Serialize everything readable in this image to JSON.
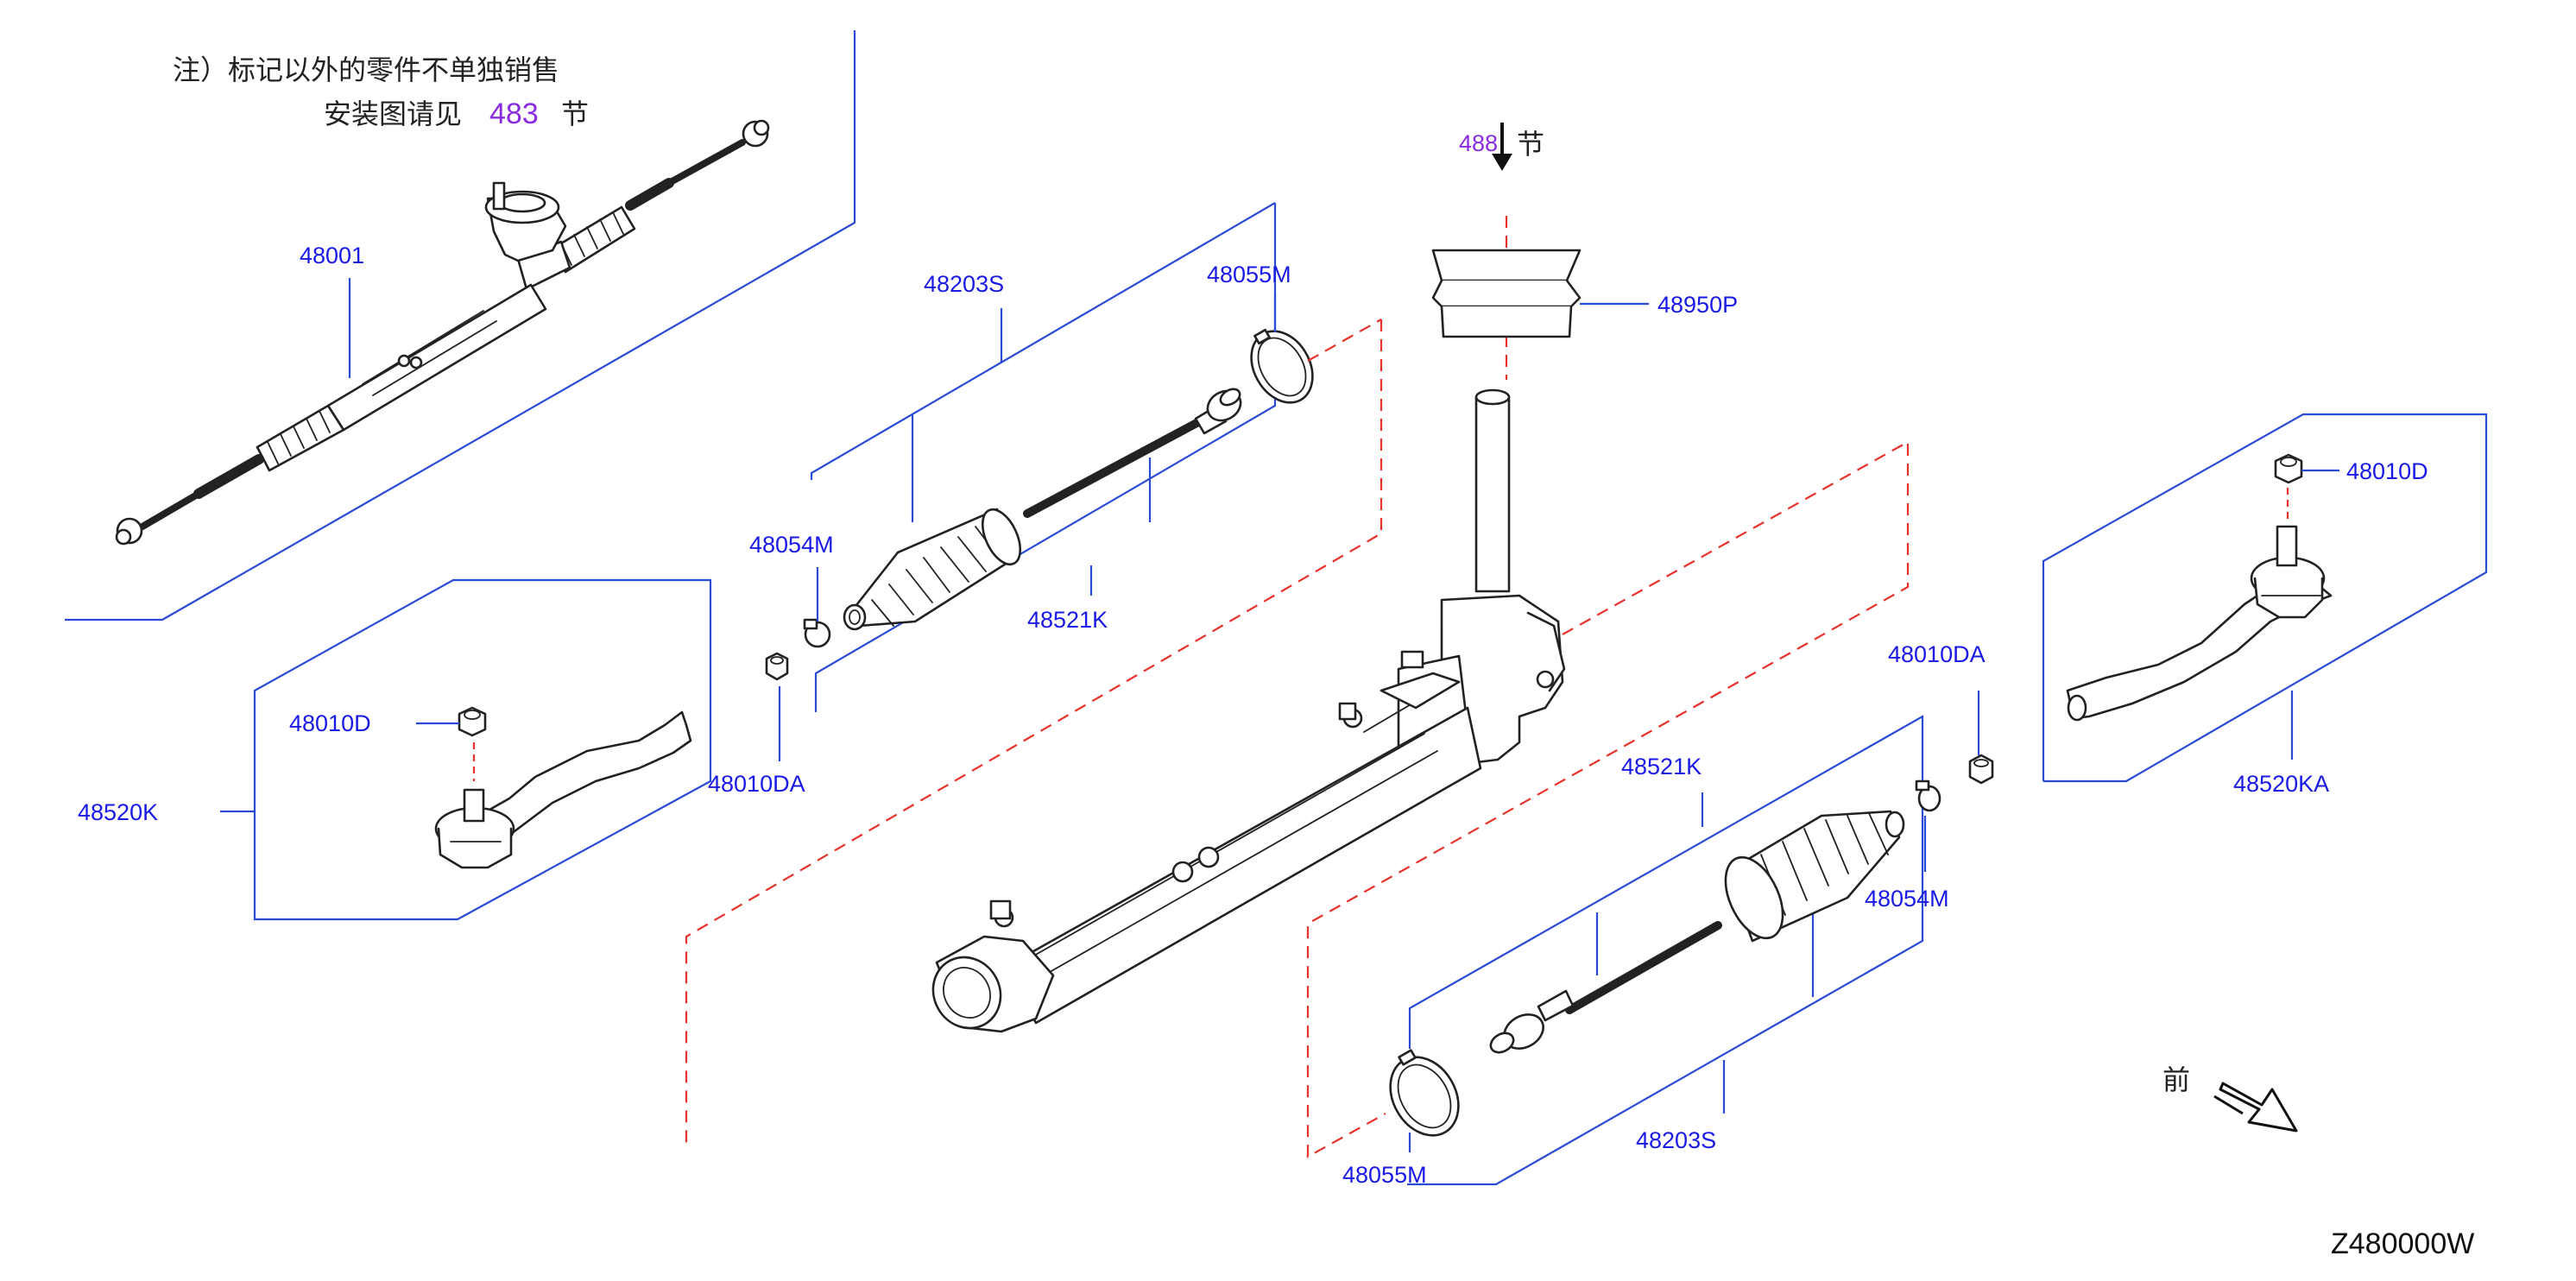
{
  "note": {
    "line1": "注）标记以外的零件不单独销售",
    "line2_prefix": "安装图请见",
    "line2_ref": "483",
    "line2_suffix": "节"
  },
  "top_ref": {
    "ref": "488",
    "suffix": "节"
  },
  "parts": {
    "p48001": "48001",
    "p48203S_top": "48203S",
    "p48055M_top": "48055M",
    "p48950P": "48950P",
    "p48054M_left": "48054M",
    "p48521K_top": "48521K",
    "p48010D_left": "48010D",
    "p48520K": "48520K",
    "p48010DA_left": "48010DA",
    "p48010DA_right": "48010DA",
    "p48010D_right": "48010D",
    "p48520KA": "48520KA",
    "p48521K_bottom": "48521K",
    "p48054M_right": "48054M",
    "p48055M_bottom": "48055M",
    "p48203S_bottom": "48203S"
  },
  "front_label": "前",
  "diagram_id": "Z480000W",
  "colors": {
    "part_number": "#1a1ae6",
    "reference": "#8a2be2",
    "leader": "#2a4bd7",
    "phantom": "#e8312a"
  }
}
